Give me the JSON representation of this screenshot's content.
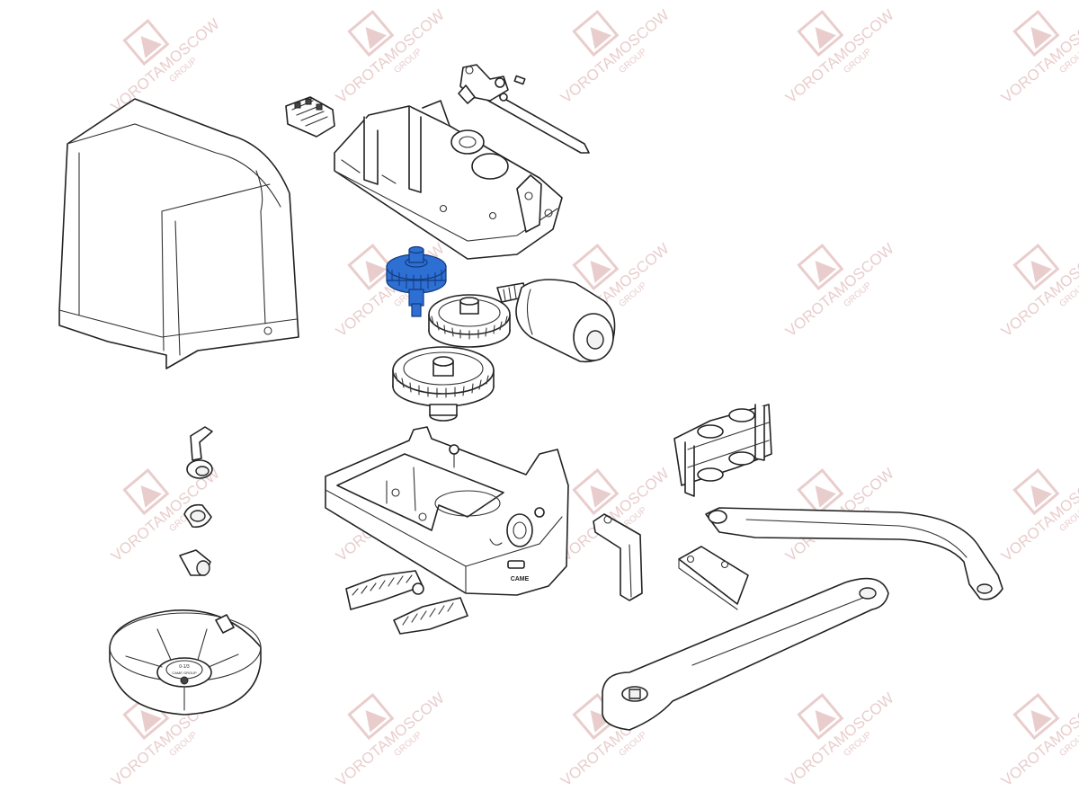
{
  "diagram": {
    "highlight_color": "#2e6fd4",
    "watermark_color": "#e6c5c5",
    "watermark": {
      "brand": "VOROTAMOSCOW",
      "sub": "GROUP"
    },
    "labels": {
      "gearbox_brand": "CAME",
      "cover_label_line1": "0-1/3",
      "cover_label_line2": "CAME GROUP"
    }
  }
}
